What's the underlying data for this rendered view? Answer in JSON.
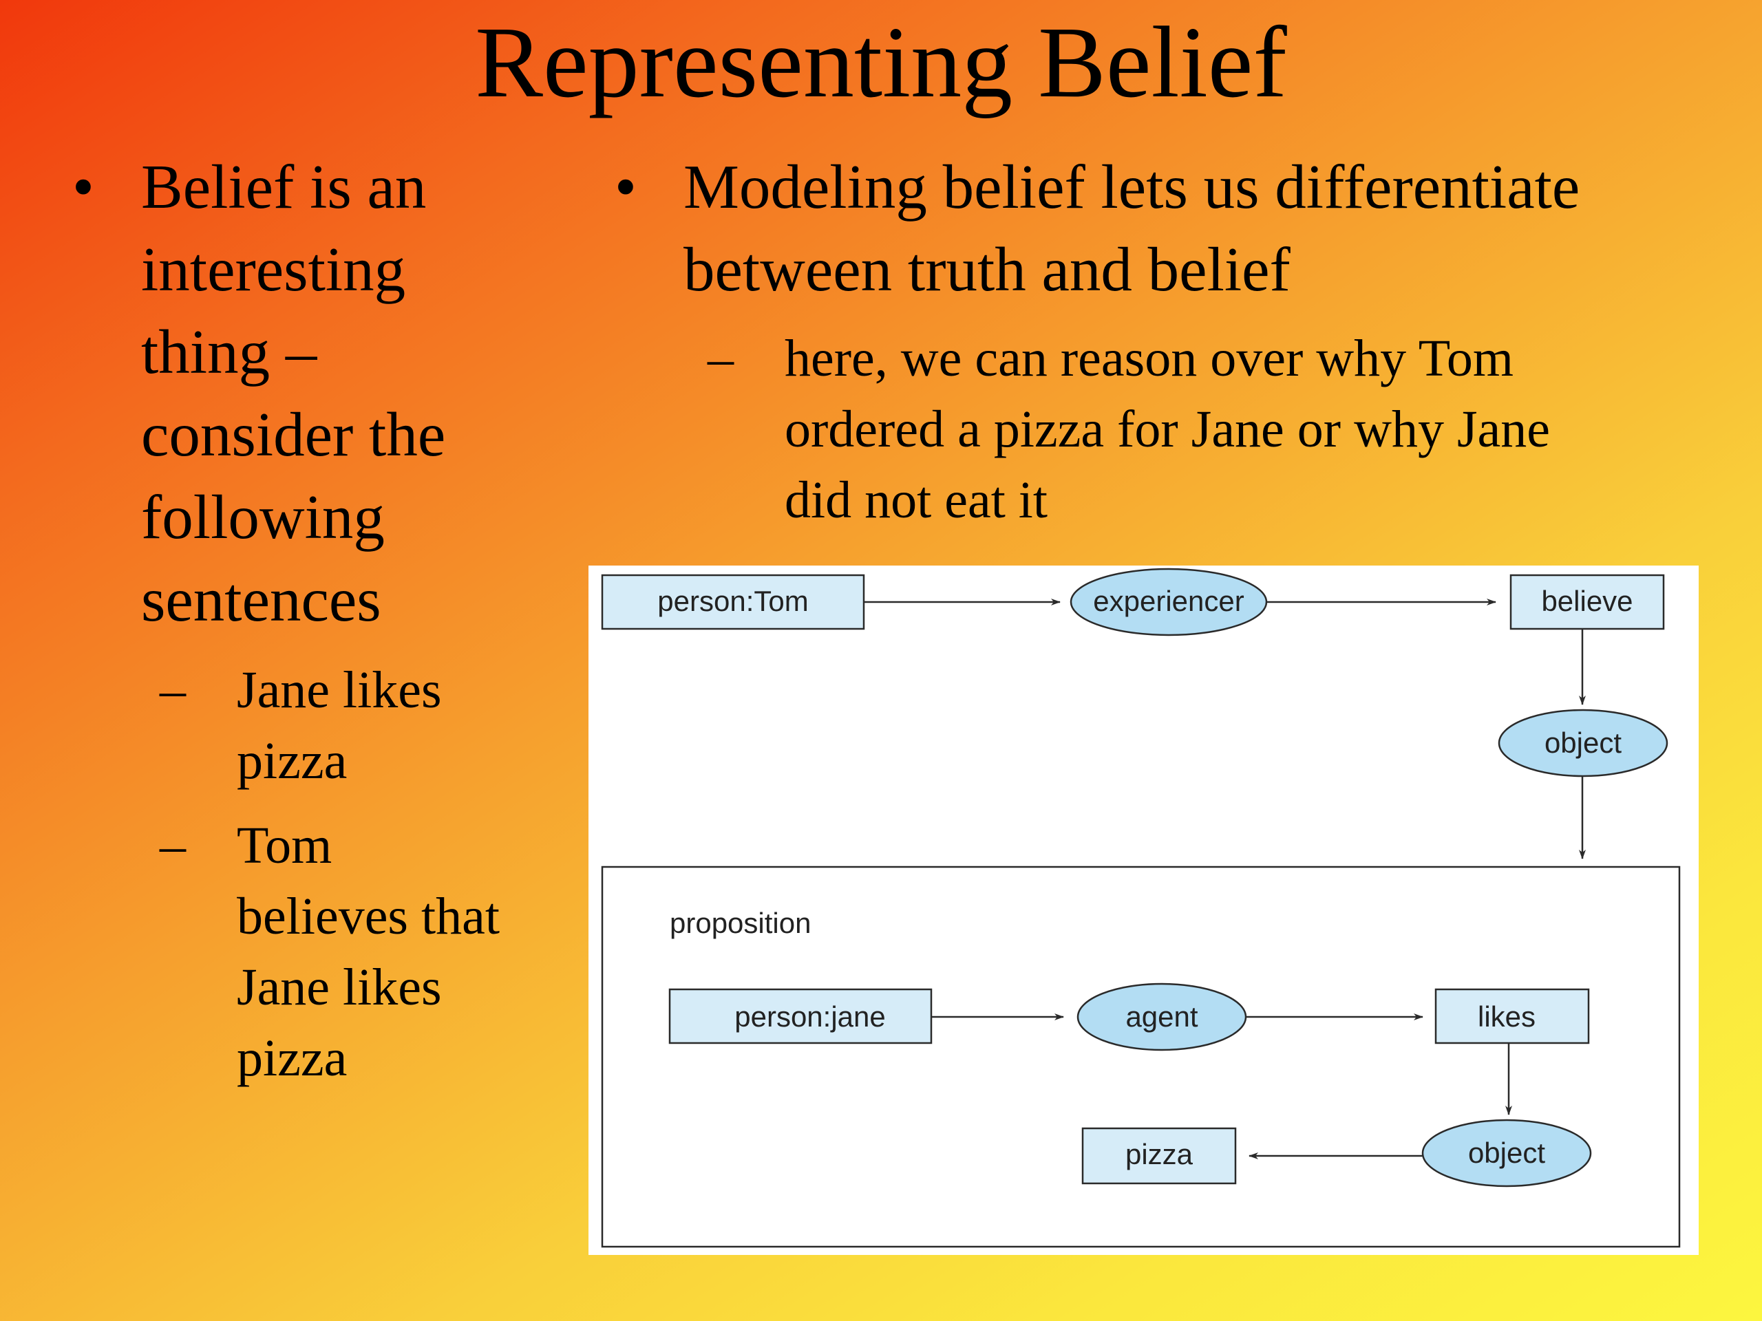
{
  "slide": {
    "title": "Representing Belief"
  },
  "left_column": {
    "bullet_marker": "•",
    "bullet_lines": [
      "Belief is an",
      "interesting",
      "thing –",
      "consider the",
      "following",
      "sentences"
    ],
    "sub_marker": "–",
    "sub_bullets": [
      {
        "lines": [
          "Jane likes",
          "pizza"
        ]
      },
      {
        "lines": [
          "Tom",
          "believes that",
          "Jane likes",
          "pizza"
        ]
      }
    ]
  },
  "right_column": {
    "bullet_marker": "•",
    "bullet_lines": [
      "Modeling belief lets us differentiate",
      "between truth and belief"
    ],
    "sub_marker": "–",
    "sub_lines": [
      "here, we can reason over why Tom",
      "ordered a pizza for Jane or why Jane",
      "did not eat it"
    ]
  },
  "diagram": {
    "colors": {
      "node_fill": "#d6ecf8",
      "ellipse_fill": "#b3ddf3",
      "stroke": "#2a2a2a",
      "background": "#ffffff"
    },
    "nodes": {
      "person_tom": "person:Tom",
      "experiencer": "experiencer",
      "believe": "believe",
      "object_outer": "object",
      "proposition": "proposition",
      "person_jane": "person:jane",
      "agent": "agent",
      "likes": "likes",
      "object_inner": "object",
      "pizza": "pizza"
    }
  }
}
